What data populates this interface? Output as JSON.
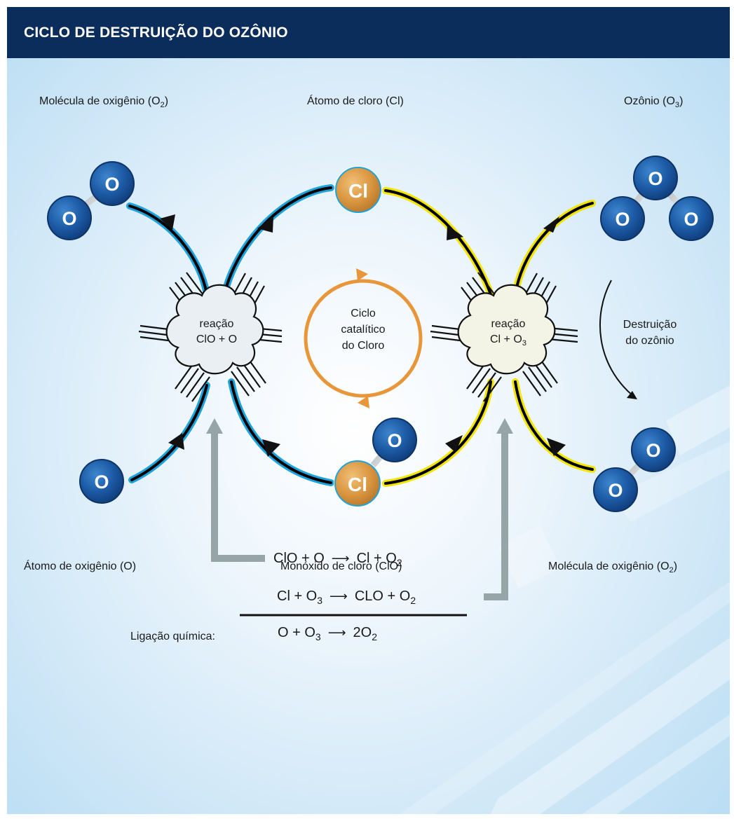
{
  "title": "CICLO DE DESTRUIÇÃO DO OZÔNIO",
  "labels": {
    "top_left": "Molécula de oxigênio (O",
    "top_left_sub": "2",
    "top_center": "Átomo de cloro (Cl)",
    "top_right": "Ozônio (O",
    "top_right_sub": "3",
    "bottom_left": "Átomo de oxigênio (O)",
    "bottom_center": "Monóxido de cloro (ClO)",
    "bottom_right": "Molécula de oxigênio (O",
    "bottom_right_sub": "2"
  },
  "reactions": {
    "left_line1": "reação",
    "left_line2": "ClO + O",
    "right_line1": "reação",
    "right_line2": "Cl + O",
    "right_line2_sub": "3"
  },
  "center": {
    "line1": "Ciclo",
    "line2": "catalítico",
    "line3": "do Cloro"
  },
  "side_note": {
    "line1": "Destruição",
    "line2": "do ozônio"
  },
  "atoms": {
    "oxygen": "O",
    "chlorine": "Cl"
  },
  "equations": {
    "eq1_left": "ClO + O",
    "eq1_right": "Cl + O",
    "eq1_right_sub": "2",
    "eq2_left": "Cl + O",
    "eq2_left_sub": "3",
    "eq2_right": "CLO + O",
    "eq2_right_sub": "2",
    "eq3_left": "O + O",
    "eq3_left_sub": "3",
    "eq3_right": "2O",
    "eq3_right_sub": "2",
    "arrow": "⟶",
    "bond_label": "Ligação química:"
  },
  "colors": {
    "header": "#0b2d5b",
    "blue_path": "#1fa3dc",
    "yellow_path": "#f2e600",
    "chlorine": "#d9953f",
    "oxygen": "#1a5ea8",
    "cycle_arrow": "#e8963a",
    "connector": "#95a5a8"
  }
}
